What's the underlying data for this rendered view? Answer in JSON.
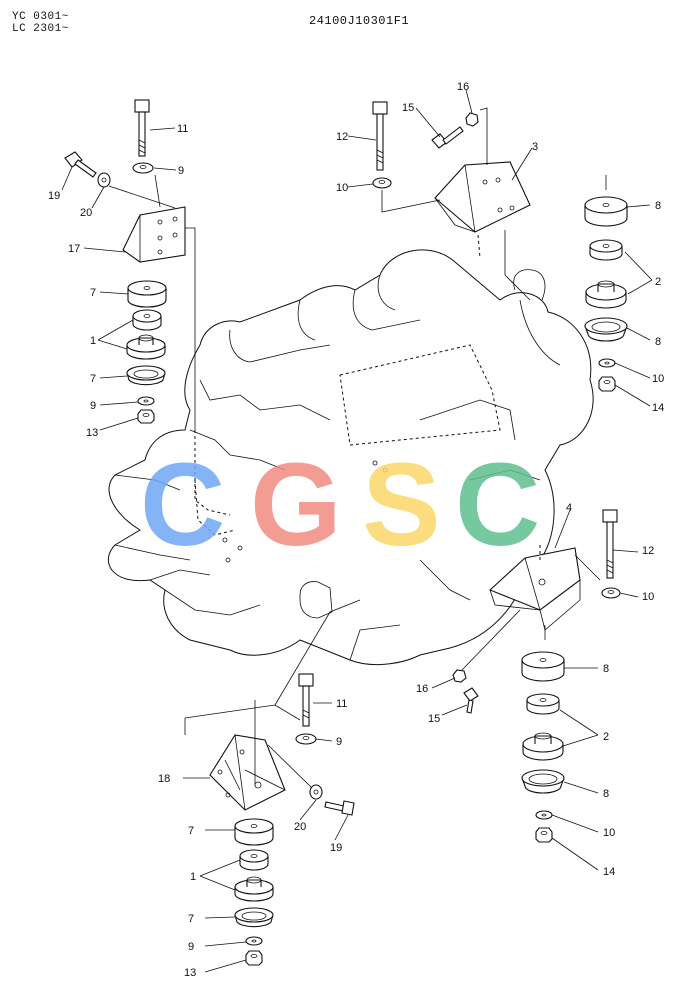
{
  "header": {
    "serial_line_1": "YC 0301~",
    "serial_line_2": "LC 2301~",
    "part_number": "24100J10301F1"
  },
  "watermark": {
    "letters": [
      {
        "char": "C",
        "color": "#6fa8f5"
      },
      {
        "char": "G",
        "color": "#f28b82"
      },
      {
        "char": "S",
        "color": "#fbd86a"
      },
      {
        "char": "C",
        "color": "#5fbf8f"
      }
    ]
  },
  "callouts": {
    "c1": "11",
    "c2": "9",
    "c3": "19",
    "c4": "20",
    "c5": "17",
    "c6": "7",
    "c7": "1",
    "c8": "7",
    "c9": "9",
    "c10": "13",
    "c11": "12",
    "c12": "15",
    "c13": "16",
    "c14": "3",
    "c15": "10",
    "c16": "8",
    "c17": "2",
    "c18": "8",
    "c19": "10",
    "c20": "14",
    "c21": "4",
    "c22": "12",
    "c23": "10",
    "c24": "8",
    "c25": "16",
    "c26": "15",
    "c27": "2",
    "c28": "8",
    "c29": "10",
    "c30": "14",
    "c31": "11",
    "c32": "9",
    "c33": "18",
    "c34": "20",
    "c35": "19",
    "c36": "7",
    "c37": "1",
    "c38": "7",
    "c39": "9",
    "c40": "13"
  }
}
